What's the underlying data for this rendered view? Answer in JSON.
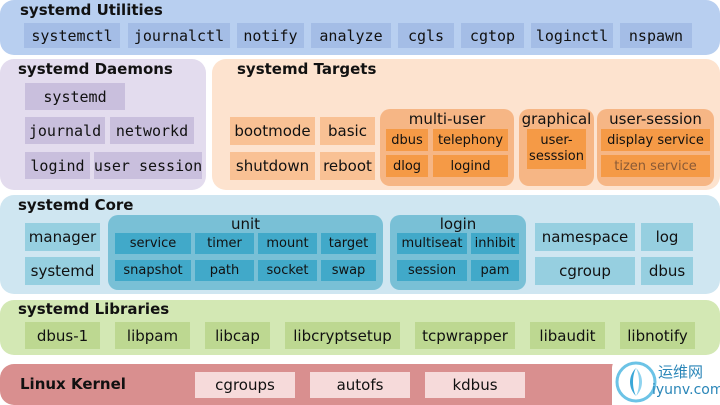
{
  "utilities": {
    "title": "systemd Utilities",
    "items": [
      "systemctl",
      "journalctl",
      "notify",
      "analyze",
      "cgls",
      "cgtop",
      "loginctl",
      "nspawn"
    ]
  },
  "daemons": {
    "title": "systemd Daemons",
    "items": [
      "systemd",
      "journald",
      "networkd",
      "logind",
      "user session"
    ]
  },
  "targets": {
    "title": "systemd Targets",
    "items": [
      "bootmode",
      "basic",
      "shutdown",
      "reboot"
    ],
    "multi_user": {
      "label": "multi-user",
      "items": [
        "dbus",
        "telephony",
        "dlog",
        "logind"
      ]
    },
    "graphical": {
      "label": "graphical",
      "items": [
        "user-\nsesssion"
      ]
    },
    "user_session": {
      "label": "user-session",
      "items": [
        "display service",
        "tizen service"
      ]
    }
  },
  "core": {
    "title": "systemd Core",
    "items": [
      "manager",
      "systemd"
    ],
    "unit": {
      "label": "unit",
      "items": [
        "service",
        "timer",
        "mount",
        "target",
        "snapshot",
        "path",
        "socket",
        "swap"
      ]
    },
    "login": {
      "label": "login",
      "items": [
        "multiseat",
        "inhibit",
        "session",
        "pam"
      ]
    },
    "extra": [
      "namespace",
      "log",
      "cgroup",
      "dbus"
    ]
  },
  "libraries": {
    "title": "systemd Libraries",
    "items": [
      "dbus-1",
      "libpam",
      "libcap",
      "libcryptsetup",
      "tcpwrapper",
      "libaudit",
      "libnotify"
    ]
  },
  "kernel": {
    "title": "Linux Kernel",
    "items": [
      "cgroups",
      "autofs",
      "kdbus"
    ]
  },
  "watermark": {
    "cn": "运维网",
    "url": "iyunv.com"
  },
  "colors": {
    "utilities_bg": "#b8cff0",
    "utilities_box": "#a4bde6",
    "daemons_bg": "#e3dcee",
    "daemons_box": "#c9bfdd",
    "targets_bg": "#fde3cf",
    "targets_box": "#f9c194",
    "targets_group": "#f6b685",
    "targets_orange": "#f59a46",
    "core_bg": "#cfe6f1",
    "core_box": "#96cfe0",
    "core_group": "#79c0d6",
    "core_dark": "#41a9c9",
    "lib_bg": "#d3e8b4",
    "lib_box": "#bdd891",
    "kernel_bg": "#d98f8f",
    "kernel_box": "#f6dada"
  }
}
